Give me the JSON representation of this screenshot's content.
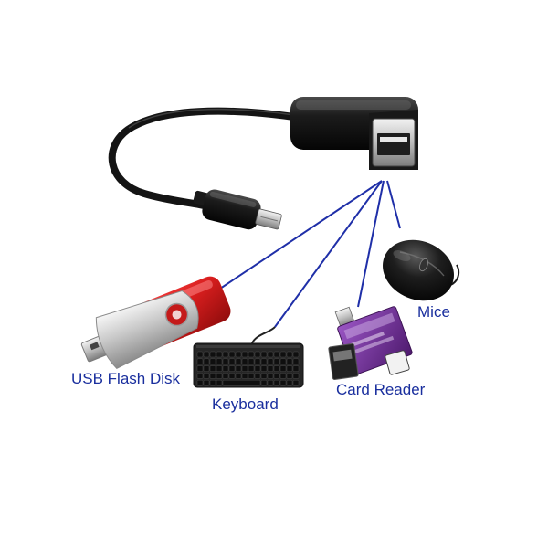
{
  "labels": {
    "flash": "USB Flash Disk",
    "keyboard": "Keyboard",
    "card_reader": "Card Reader",
    "mice": "Mice"
  },
  "colors": {
    "label_text": "#1a2f9e",
    "connector_line": "#1f2fa8",
    "cable": "#141414",
    "flash_red": "#d81e1e",
    "card_reader_purple": "#6a2a8c"
  }
}
